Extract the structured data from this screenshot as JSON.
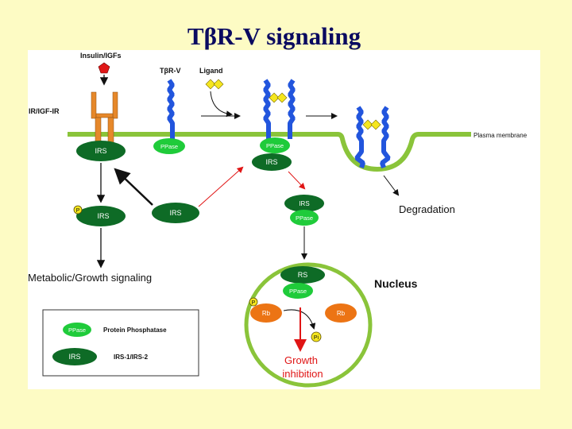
{
  "slide": {
    "title": "TβR-V signaling"
  },
  "diagram": {
    "labels": {
      "insulin_igfs": "Insulin/IGFs",
      "ir_igf_ir": "IR/IGF-IR",
      "tbr_v": "TβR-V",
      "ligand": "Ligand",
      "plasma_membrane": "Plasma membrane",
      "degradation": "Degradation",
      "metabolic_growth": "Metabolic/Growth signaling",
      "nucleus": "Nucleus",
      "growth": "Growth",
      "inhibition": "inhibition"
    },
    "molecules": {
      "irs": "IRS",
      "ppase": "PPase",
      "rs": "RS",
      "rb": "Rb",
      "p": "P",
      "pi": "Pi"
    },
    "legend": {
      "ppase_key": "PPase",
      "ppase_desc": "Protein Phosphatase",
      "irs_key": "IRS",
      "irs_desc": "IRS-1/IRS-2"
    },
    "colors": {
      "membrane": "#8ac43a",
      "receptor": "#2255dd",
      "ir_receptor": "#e6882a",
      "irs_dark_green": "#0e6b26",
      "ppase_light_green": "#1fcb3a",
      "rb_orange": "#ec7414",
      "signal_red": "#e01515",
      "ligand_yellow": "#f5e61e",
      "insulin_red": "#e01818"
    }
  }
}
